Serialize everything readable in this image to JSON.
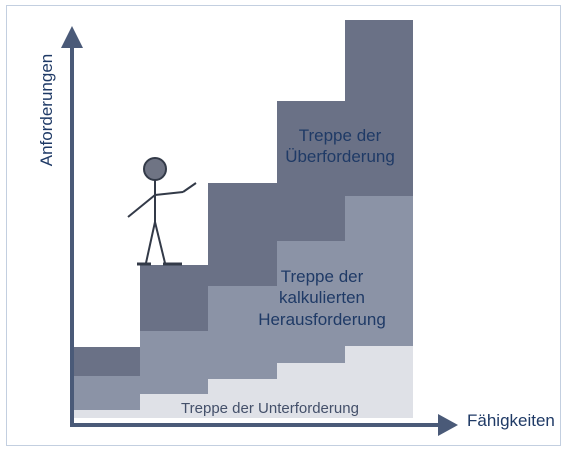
{
  "axes": {
    "y_label": "Anforderungen",
    "x_label": "Fähigkeiten"
  },
  "stairs": {
    "ueberforderung": {
      "line1": "Treppe der",
      "line2": "Überforderung"
    },
    "kalkuliert": {
      "line1": "Treppe der",
      "line2": "kalkulierten",
      "line3": "Herausforderung"
    },
    "unterforderung": {
      "line1": "Treppe der Unterforderung"
    }
  },
  "colors": {
    "overload": "#6a7186",
    "calculated": "#8b93a6",
    "underload": "#dfe1e7",
    "axis": "#4a5a78",
    "text_dark": "#1f3a66"
  },
  "figure": "stick-figure"
}
